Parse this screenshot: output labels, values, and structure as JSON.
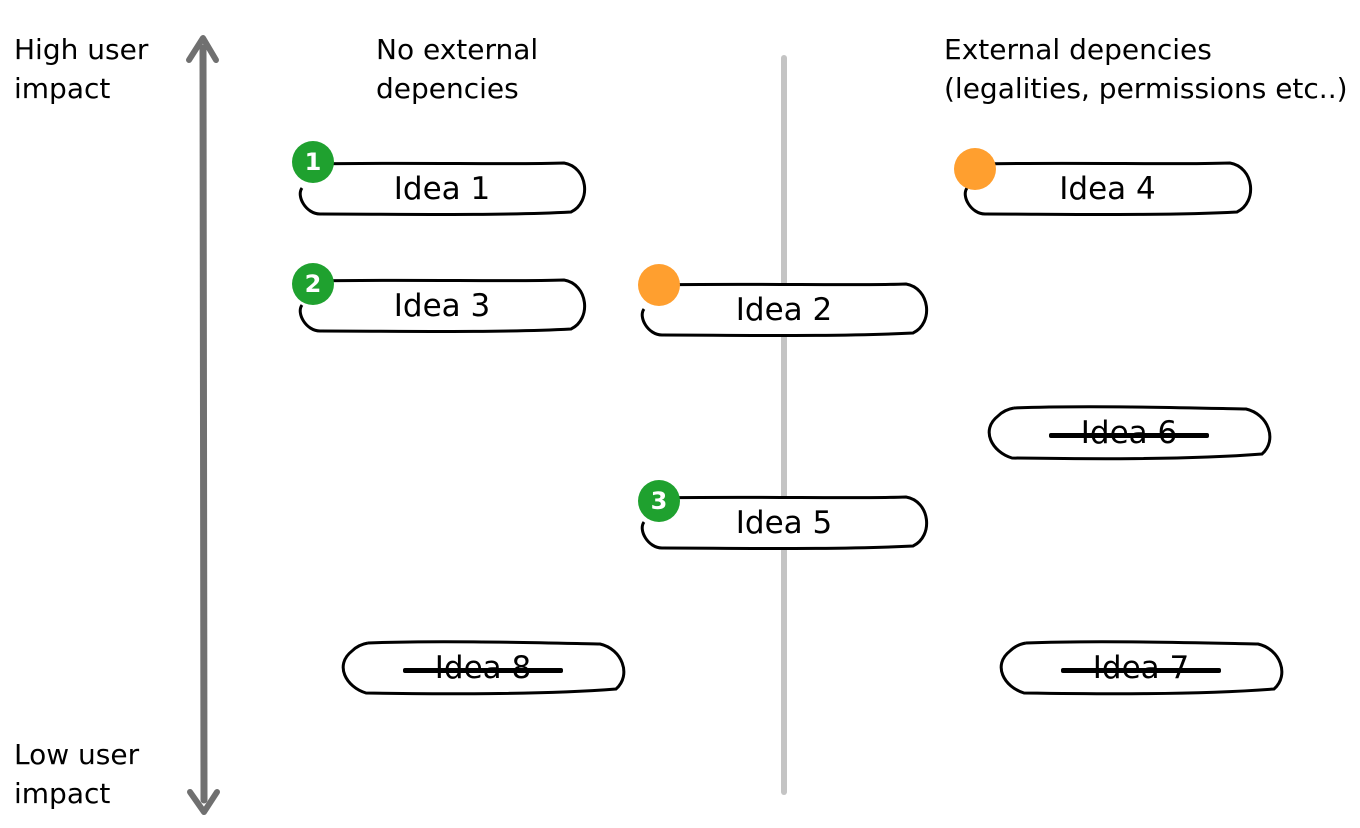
{
  "axis": {
    "high_label": "High user\nimpact",
    "low_label": "Low user\nimpact"
  },
  "columns": {
    "left": "No external\ndepencies",
    "right": "External depencies\n(legalities, permissions etc..)"
  },
  "ideas": {
    "idea1": {
      "label": "Idea 1",
      "marker": "1",
      "marker_color": "#1fa12f"
    },
    "idea3": {
      "label": "Idea 3",
      "marker": "2",
      "marker_color": "#1fa12f"
    },
    "idea2": {
      "label": "Idea 2",
      "marker": "",
      "marker_color": "#ff9f2f"
    },
    "idea4": {
      "label": "Idea 4",
      "marker": "",
      "marker_color": "#ff9f2f"
    },
    "idea5": {
      "label": "Idea 5",
      "marker": "3",
      "marker_color": "#1fa12f"
    },
    "idea6": {
      "label": "Idea 6",
      "crossed_out": true
    },
    "idea7": {
      "label": "Idea 7",
      "crossed_out": true
    },
    "idea8": {
      "label": "Idea 8",
      "crossed_out": true
    }
  },
  "colors": {
    "priority_green": "#1fa12f",
    "blocked_orange": "#ff9f2f",
    "axis_gray": "#707070",
    "divider_gray": "#c4c4c4"
  }
}
